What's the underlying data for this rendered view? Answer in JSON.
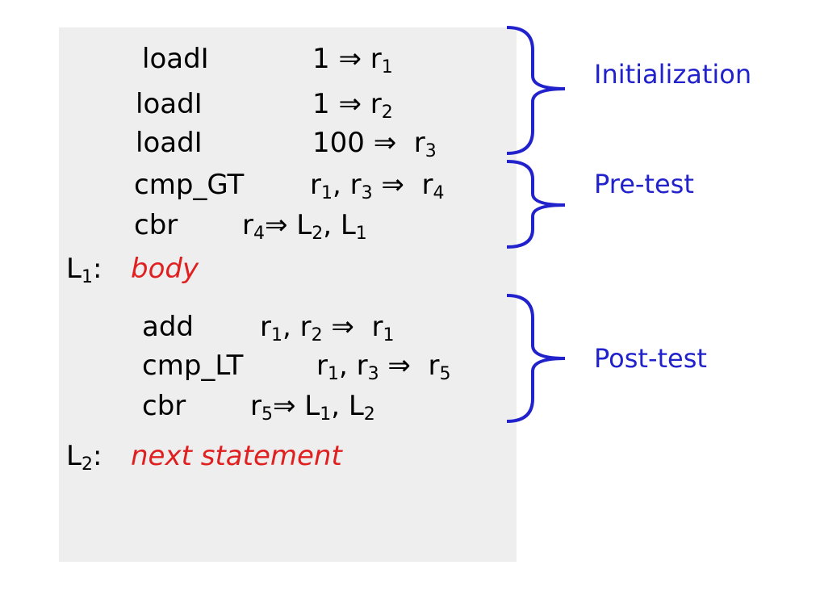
{
  "code": [
    {
      "mnemonic": "loadI",
      "operands": "1 ⇒ r",
      "sub": "1"
    },
    {
      "mnemonic": "loadI",
      "operands": "1 ⇒ r",
      "sub": "2"
    },
    {
      "mnemonic": "loadI",
      "operands": "100 ⇒  r",
      "sub": "3"
    },
    {
      "mnemonic": "cmp_GT",
      "a": "r",
      "a_sub": "1",
      "b": ", r",
      "b_sub": "3",
      "c": " ⇒  r",
      "c_sub": "4"
    },
    {
      "mnemonic": "cbr",
      "a": "r",
      "a_sub": "4",
      "b": "⇒ L",
      "b_sub": "2",
      "c": ", L",
      "c_sub": "1"
    },
    {
      "mnemonic": "add",
      "a": "r",
      "a_sub": "1",
      "b": ", r",
      "b_sub": "2",
      "c": " ⇒  r",
      "c_sub": "1"
    },
    {
      "mnemonic": "cmp_LT",
      "a": "r",
      "a_sub": "1",
      "b": ", r",
      "b_sub": "3",
      "c": " ⇒  r",
      "c_sub": "5"
    },
    {
      "mnemonic": "cbr",
      "a": "r",
      "a_sub": "5",
      "b": "⇒ L",
      "b_sub": "1",
      "c": ", L",
      "c_sub": "2"
    }
  ],
  "labels": [
    {
      "name": "L",
      "sub": "1",
      "colon": ":",
      "text": "body"
    },
    {
      "name": "L",
      "sub": "2",
      "colon": ":",
      "text": "next statement"
    }
  ],
  "annotations": {
    "init": "Initialization",
    "pretest": "Pre-test",
    "posttest": "Post-test"
  },
  "colors": {
    "panel": "#eeeeee",
    "annotation": "#2222cc",
    "label_text": "#e02020",
    "code": "#000000"
  }
}
